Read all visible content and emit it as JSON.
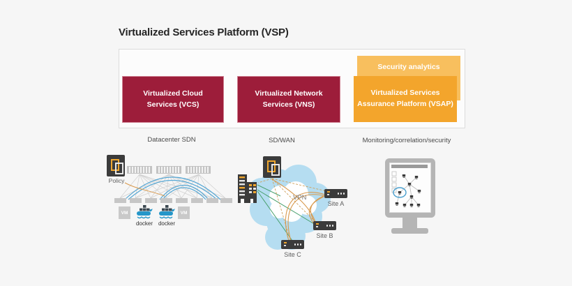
{
  "title": "Virtualized Services Platform (VSP)",
  "platform": {
    "vcs": {
      "line1": "Virtualized Cloud",
      "line2": "Services (VCS)"
    },
    "vns": {
      "line1": "Virtualized Network",
      "line2": "Services (VNS)"
    },
    "security_analytics": "Security analytics",
    "vsap": {
      "line1": "Virtualized Services",
      "line2": "Assurance Platform (VSAP)"
    }
  },
  "sections": {
    "sdn_label": "Datacenter SDN",
    "sdwan_label": "SD/WAN",
    "monitoring_label": "Monitoring/correlation/security"
  },
  "sdn": {
    "policy_label": "Policy",
    "vm_label": "VM",
    "docker_label": "docker"
  },
  "sdwan": {
    "vpn_label": "VPN",
    "site_a": "Site A",
    "site_b": "Site B",
    "site_c": "Site C"
  },
  "icons": {
    "policy": "policy-document-icon",
    "docker": "docker-whale-icon",
    "building": "enterprise-building-icon",
    "router": "router-icon",
    "monitor": "monitor-icon",
    "switch": "switch-panel-icon",
    "cloud": "vpn-cloud-icon"
  },
  "colors": {
    "crimson": "#9d1d3a",
    "orange": "#f3a52c",
    "light_orange": "#f8bf5e",
    "docker_blue": "#2496c9",
    "cloud_blue": "#b5ddf1",
    "arc_blue": "#56a7d4",
    "line_orange": "#d99a4e",
    "line_green": "#49a06e",
    "background": "#f6f6f6"
  }
}
